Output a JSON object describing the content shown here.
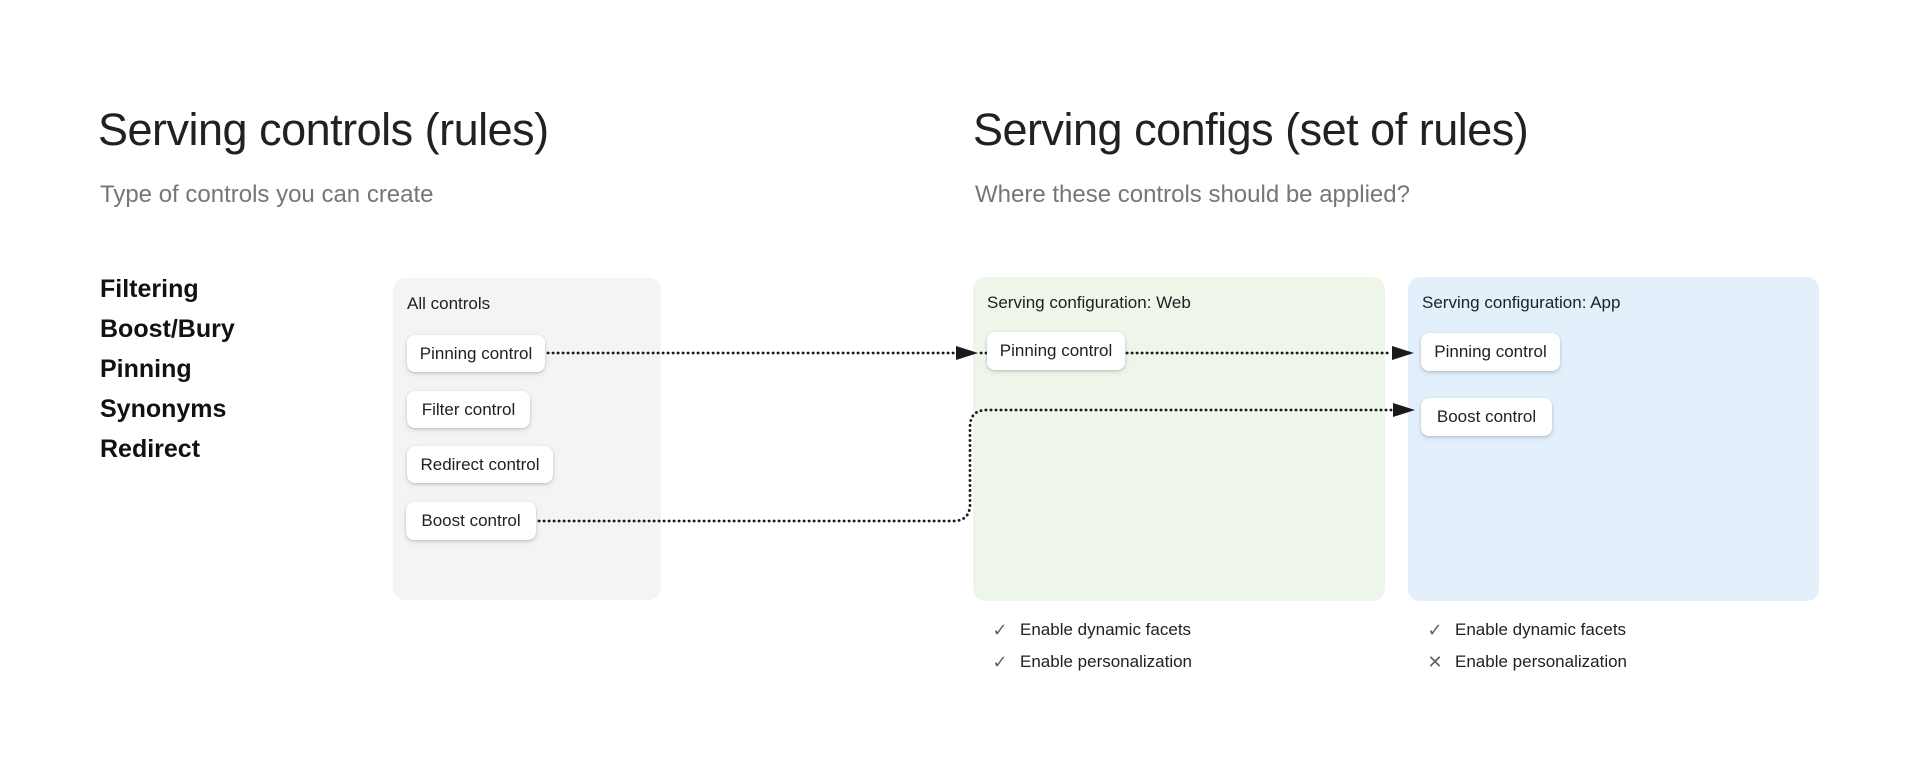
{
  "left_section": {
    "title": "Serving controls (rules)",
    "subtitle": "Type of controls you can create",
    "control_types": [
      "Filtering",
      "Boost/Bury",
      "Pinning",
      "Synonyms",
      "Redirect"
    ]
  },
  "right_section": {
    "title": "Serving configs (set of rules)",
    "subtitle": "Where these controls should be applied?"
  },
  "cards": {
    "all_controls": {
      "label": "All controls",
      "background": "#f4f4f3",
      "buttons": [
        "Pinning control",
        "Filter control",
        "Redirect control",
        "Boost control"
      ]
    },
    "web": {
      "label": "Serving configuration: Web",
      "background": "#eef6ea",
      "buttons": [
        "Pinning control"
      ],
      "features": [
        {
          "name": "Enable dynamic facets",
          "enabled": true
        },
        {
          "name": "Enable personalization",
          "enabled": true
        }
      ]
    },
    "app": {
      "label": "Serving configuration: App",
      "background": "#e3f0fc",
      "buttons": [
        "Pinning control",
        "Boost control"
      ],
      "features": [
        {
          "name": "Enable dynamic facets",
          "enabled": true
        },
        {
          "name": "Enable personalization",
          "enabled": false
        }
      ]
    }
  },
  "icons": {
    "check": "✓",
    "cross": "✕"
  },
  "colors": {
    "heading": "#202124",
    "subtitle": "#767676",
    "connector": "#1a1a1a",
    "icon_gray": "#5f6368"
  }
}
